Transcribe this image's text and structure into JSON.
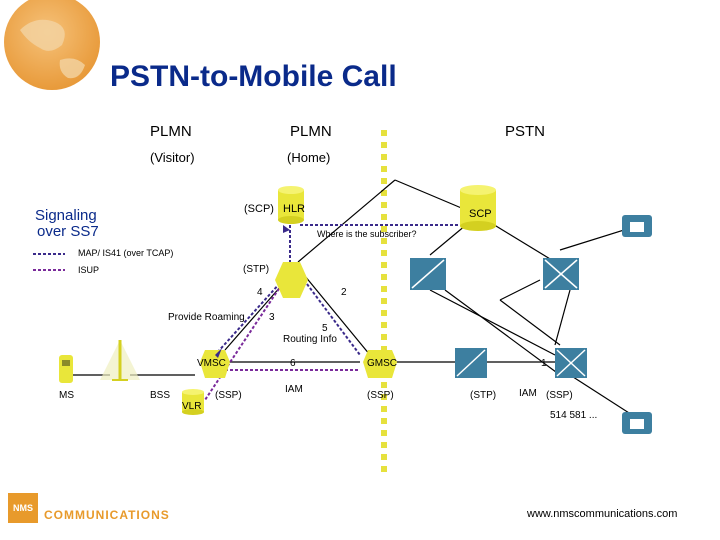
{
  "title": "PSTN-to-Mobile Call",
  "networks": [
    {
      "name": "PLMN",
      "sub": "(Visitor)"
    },
    {
      "name": "PLMN",
      "sub": "(Home)"
    },
    {
      "name": "PSTN",
      "sub": ""
    }
  ],
  "legend": {
    "heading_line1": "Signaling",
    "heading_line2": "over SS7",
    "items": [
      {
        "label": "MAP/ IS41 (over TCAP)",
        "color": "#3a2a8a"
      },
      {
        "label": "ISUP",
        "color": "#7a2a9a"
      }
    ]
  },
  "nodes": {
    "scp_tag": "(SCP)",
    "hlr": "HLR",
    "scp": "SCP",
    "stp_tag": "(STP)",
    "vmsc": "VMSC",
    "gmsc": "GMSC",
    "vlr": "VLR",
    "bss": "BSS",
    "ms": "MS",
    "ssp_visitor": "(SSP)",
    "ssp_gmsc": "(SSP)",
    "stp_pstn": "(STP)",
    "ssp_pstn": "(SSP)"
  },
  "annotations": {
    "where": "Where is the subscriber?",
    "provide_roaming": "Provide Roaming",
    "routing_info": "Routing Info",
    "iam_mid": "IAM",
    "iam_right": "IAM",
    "number": "514 581 ..."
  },
  "steps": {
    "s1": "1",
    "s2": "2",
    "s3": "3",
    "s4": "4",
    "s5": "5",
    "s6": "6"
  },
  "footer": {
    "url": "www.nmscommunications.com",
    "logo_text": "COMMUNICATIONS",
    "logo_mark": "NMS"
  },
  "colors": {
    "title": "#0a2a8a",
    "cylinder": "#e9e63a",
    "switch_fill": "#3d7fa0",
    "boundary": "#e6e13d",
    "map_line": "#3a2a8a",
    "isup_line": "#7a2a9a",
    "trunk": "#000000"
  }
}
